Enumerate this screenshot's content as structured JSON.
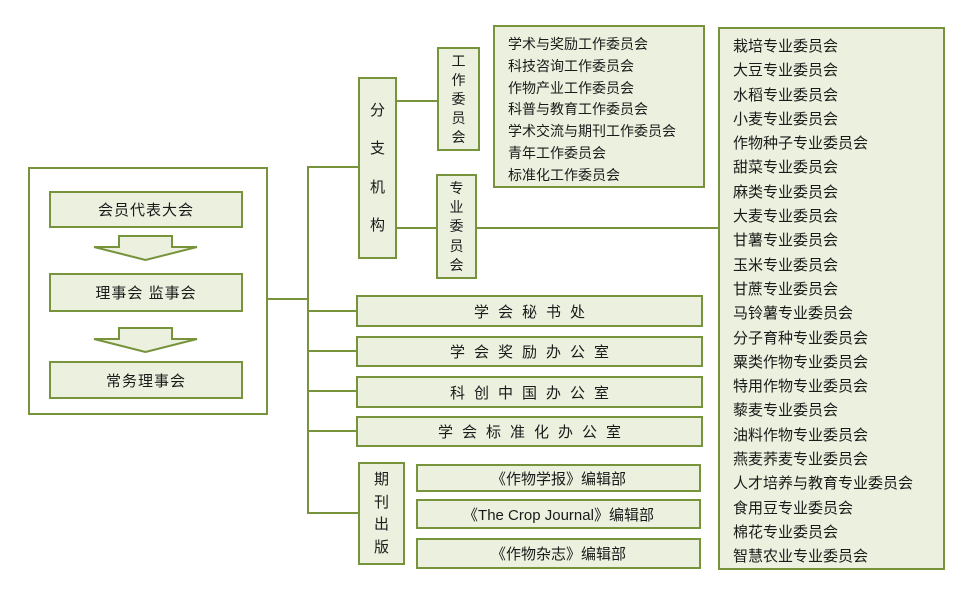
{
  "colors": {
    "border": "#77933C",
    "box_fill": "#EBF1DE",
    "background": "#FFFFFF",
    "text": "#1A1A1A"
  },
  "governance": {
    "member_congress": "会员代表大会",
    "council": "理事会 监事会",
    "standing_council": "常务理事会"
  },
  "branch_organizations": {
    "label": "分支机构",
    "work_committees": {
      "label": "工作委员会",
      "items": [
        "学术与奖励工作委员会",
        "科技咨询工作委员会",
        "作物产业工作委员会",
        "科普与教育工作委员会",
        "学术交流与期刊工作委员会",
        "青年工作委员会",
        "标准化工作委员会"
      ]
    },
    "special_committees": {
      "label": "专业委员会",
      "items": [
        "栽培专业委员会",
        "大豆专业委员会",
        "水稻专业委员会",
        "小麦专业委员会",
        "作物种子专业委员会",
        "甜菜专业委员会",
        "麻类专业委员会",
        "大麦专业委员会",
        "甘薯专业委员会",
        "玉米专业委员会",
        "甘蔗专业委员会",
        "马铃薯专业委员会",
        "分子育种专业委员会",
        "粟类作物专业委员会",
        "特用作物专业委员会",
        "藜麦专业委员会",
        "油料作物专业委员会",
        "燕麦荞麦专业委员会",
        "人才培养与教育专业委员会",
        "食用豆专业委员会",
        "棉花专业委员会",
        "智慧农业专业委员会"
      ]
    }
  },
  "offices": {
    "items": [
      "学会秘书处",
      "学会奖励办公室",
      "科创中国办公室",
      "学会标准化办公室"
    ]
  },
  "publications": {
    "label": "期刊出版",
    "items": [
      "《作物学报》编辑部",
      "《The Crop Journal》编辑部",
      "《作物杂志》编辑部"
    ]
  }
}
